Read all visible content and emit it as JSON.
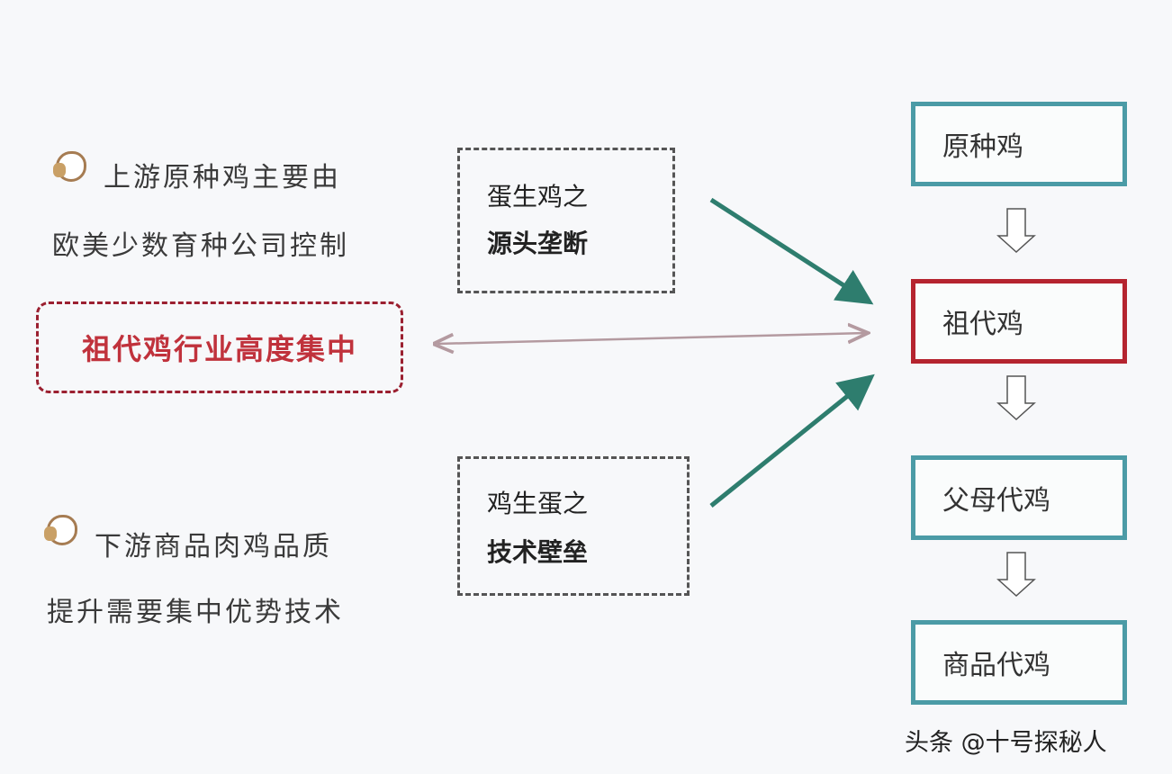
{
  "left": {
    "upstream_line1": "上游原种鸡主要由",
    "upstream_line2": "欧美少数育种公司控制",
    "highlight": "祖代鸡行业高度集中",
    "downstream_line1": "下游商品肉鸡品质",
    "downstream_line2": "提升需要集中优势技术"
  },
  "middle": {
    "top_line1": "蛋生鸡之",
    "top_line2": "源头垄断",
    "bottom_line1": "鸡生蛋之",
    "bottom_line2": "技术壁垒"
  },
  "chain": [
    "原种鸡",
    "祖代鸡",
    "父母代鸡",
    "商品代鸡"
  ],
  "watermark": "头条 @十号探秘人",
  "colors": {
    "teal": "#4b9ba6",
    "red": "#b5242f",
    "arrow_green": "#2e7d6e"
  }
}
